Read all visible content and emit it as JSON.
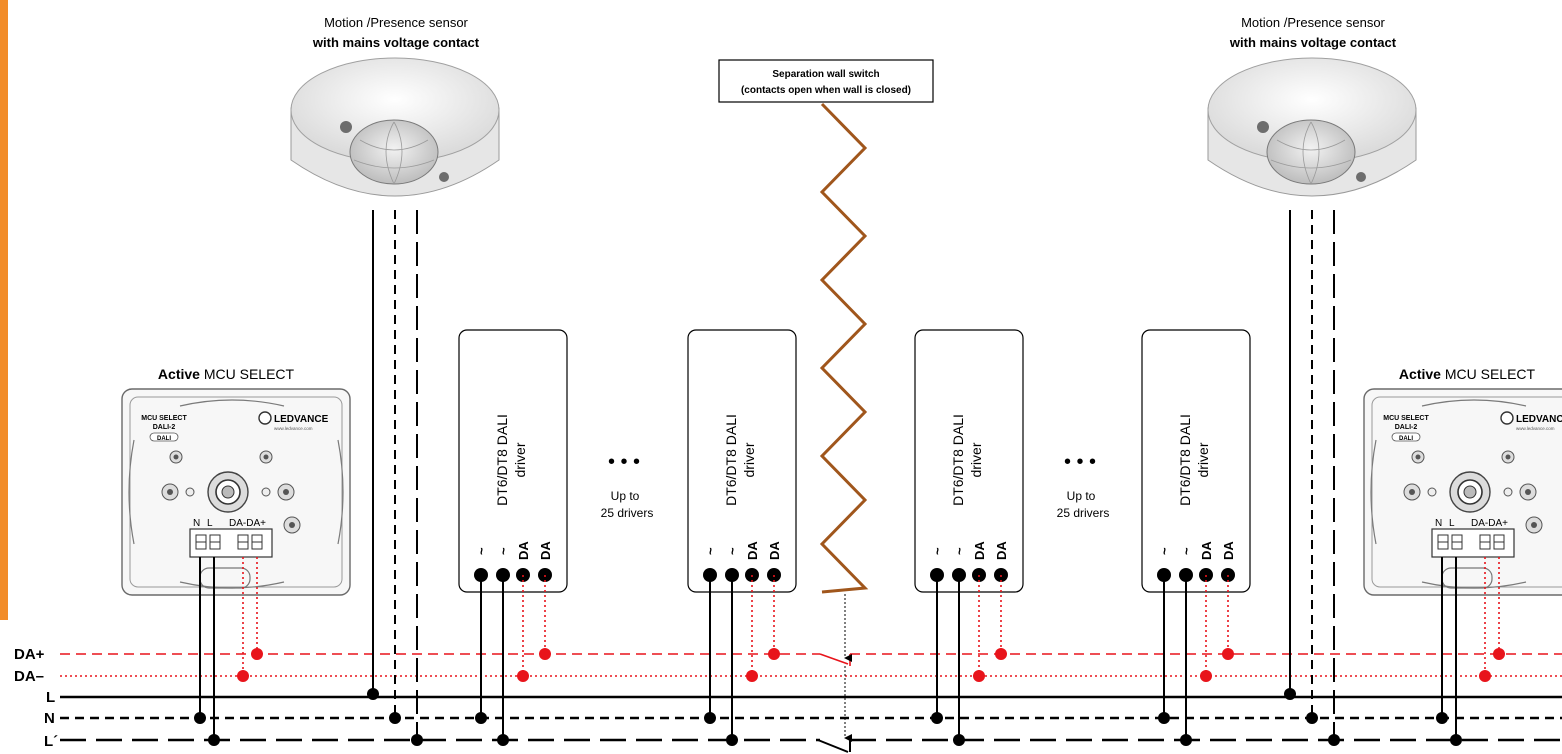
{
  "sensor_left": {
    "line1": "Motion /Presence sensor",
    "line2": "with mains voltage contact"
  },
  "sensor_right": {
    "line1": "Motion /Presence sensor",
    "line2": "with mains voltage contact"
  },
  "separation_switch": {
    "line1": "Separation wall switch",
    "line2": "(contacts open when wall is closed)"
  },
  "mcu_left": {
    "active": "Active",
    "name": "MCU SELECT",
    "device_name": "MCU SELECT",
    "device_sub": "DALI-2",
    "brand": "LEDVANCE",
    "url": "www.ledvance.com",
    "dali_badge": "DALI",
    "term_N": "N",
    "term_L": "L",
    "term_DA": "DA-DA+"
  },
  "mcu_right": {
    "active": "Active",
    "name": "MCU SELECT",
    "device_name": "MCU SELECT",
    "device_sub": "DALI-2",
    "brand": "LEDVANCE",
    "url": "www.ledvance.com",
    "dali_badge": "DALI",
    "term_N": "N",
    "term_L": "L",
    "term_DA": "DA-DA+"
  },
  "drivers": [
    {
      "line1": "DT6/DT8 DALI",
      "line2": "driver"
    },
    {
      "line1": "DT6/DT8 DALI",
      "line2": "driver"
    },
    {
      "line1": "DT6/DT8 DALI",
      "line2": "driver"
    },
    {
      "line1": "DT6/DT8 DALI",
      "line2": "driver"
    }
  ],
  "driver_terminals": [
    "~",
    "~",
    "DA",
    "DA"
  ],
  "up_to_left": {
    "dots": "• • •",
    "line1": "Up to",
    "line2": "25 drivers"
  },
  "up_to_right": {
    "dots": "• • •",
    "line1": "Up to",
    "line2": "25 drivers"
  },
  "bus_labels": {
    "da_plus": "DA+",
    "da_minus": "DA–",
    "l": "L",
    "n": "N",
    "l_prime": "L´"
  },
  "colors": {
    "dali": "#e8141b",
    "wire": "#000000",
    "wall": "#b5651d",
    "accent": "#f28c28"
  }
}
